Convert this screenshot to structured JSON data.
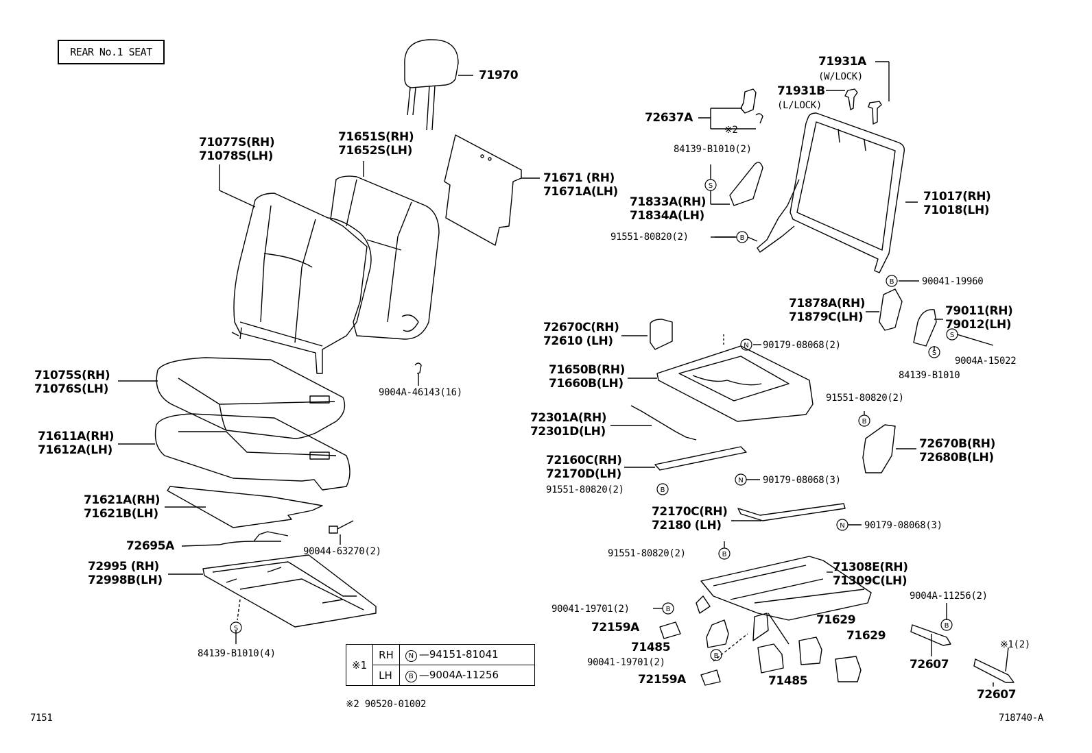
{
  "title": "REAR No.1 SEAT",
  "labels": {
    "headrest": "71970",
    "back_cover": [
      "71077S(RH)",
      "71078S(LH)"
    ],
    "back_pad": [
      "71651S(RH)",
      "71652S(LH)"
    ],
    "back_board": [
      "71671 (RH)",
      "71671A(LH)"
    ],
    "cushion_cover": [
      "71075S(RH)",
      "71076S(LH)"
    ],
    "cushion_pad": [
      "71611A(RH)",
      "71612A(LH)"
    ],
    "cushion_sheet": [
      "71621A(RH)",
      "71621B(LH)"
    ],
    "clip_16": "9004A-46143(16)",
    "wire": "72695A",
    "clip_90044": "90044-63270(2)",
    "cushion_frame": [
      "72995 (RH)",
      "72998B(LH)"
    ],
    "screw_84139_4": "84139-B1010(4)",
    "lock_a": "71931A",
    "lock_a_note": "(W/LOCK)",
    "lock_b": "71931B",
    "lock_b_note": "(L/LOCK)",
    "hinge": "72637A",
    "hinge_note": "※2",
    "screw_84139_2": "84139-B1010(2)",
    "cover_hinge": [
      "71833A(RH)",
      "71834A(LH)"
    ],
    "bolt_91551_top": "91551-80820(2)",
    "back_frame": [
      "71017(RH)",
      "71018(LH)"
    ],
    "bolt_90041_19960": "90041-19960",
    "recliner_cover": [
      "71878A(RH)",
      "71879C(LH)"
    ],
    "cover_79011": [
      "79011(RH)",
      "79012(LH)"
    ],
    "bolt_9004a_15022": "9004A-15022",
    "screw_84139_single": "84139-B1010",
    "cover_72670c": [
      "72670C(RH)",
      "72610 (LH)"
    ],
    "nut_90179_2": "90179-08068(2)",
    "cushion_frame_sub": [
      "71650B(RH)",
      "71660B(LH)"
    ],
    "bolt_91551_mid": "91551-80820(2)",
    "cable": [
      "72301A(RH)",
      "72301D(LH)"
    ],
    "cover_72670b": [
      "72670B(RH)",
      "72680B(LH)"
    ],
    "rail_72160": [
      "72160C(RH)",
      "72170D(LH)"
    ],
    "nut_90179_3a": "90179-08068(3)",
    "bolt_91551_rail": "91551-80820(2)",
    "rail_72170": [
      "72170C(RH)",
      "72180  (LH)"
    ],
    "nut_90179_3b": "90179-08068(3)",
    "bolt_91551_low": "91551-80820(2)",
    "leg_frame": [
      "71308E(RH)",
      "71309C(LH)"
    ],
    "bolt_90041_a": "90041-19701(2)",
    "bush_a": "72159A",
    "cover_71485_a": "71485",
    "cover_71629_a": "71629",
    "bolt_9004a_11256": "9004A-11256(2)",
    "bolt_90041_b": "90041-19701(2)",
    "cover_71629_b": "71629",
    "bush_b": "72159A",
    "cover_71485_b": "71485",
    "strap_a": "72607",
    "strap_note": "※1(2)",
    "strap_b": "72607",
    "note2": "※2  90520-01002",
    "page_left": "7151",
    "page_right": "718740-A"
  },
  "note_table": {
    "mark": "※1",
    "rows": [
      {
        "side": "RH",
        "sym": "N",
        "part": "94151-81041"
      },
      {
        "side": "LH",
        "sym": "B",
        "part": "9004A-11256"
      }
    ]
  }
}
